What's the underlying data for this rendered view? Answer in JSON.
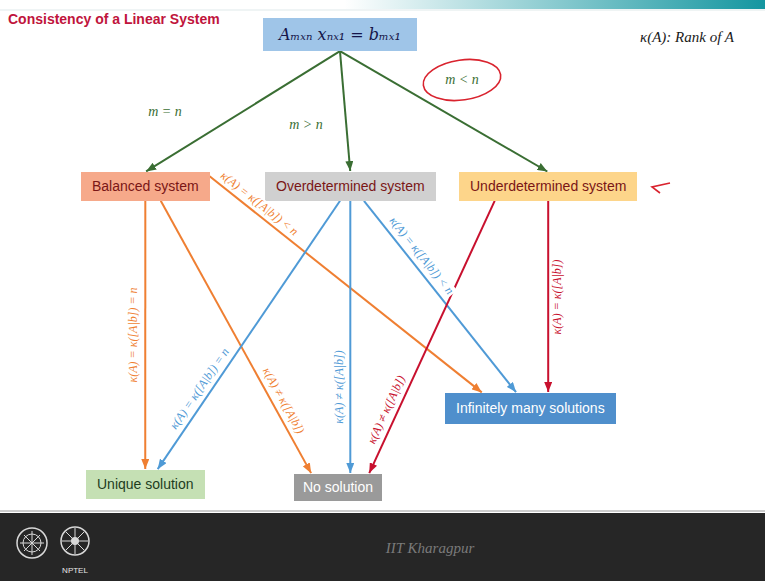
{
  "diagram": {
    "title": "Consistency of a Linear System",
    "nodes": [
      {
        "text": [
          "Aₘₓₙ xₙₓ₁ = bₘₓ₁"
        ]
      },
      {
        "text": [
          "Balanced system"
        ]
      },
      {
        "text": [
          "Overdetermined system"
        ]
      },
      {
        "text": [
          "Underdetermined system"
        ]
      },
      {
        "text": [
          "Unique solution"
        ]
      },
      {
        "text": [
          "No solution"
        ]
      },
      {
        "text": [
          "Infinitely many solutions"
        ]
      }
    ],
    "edges": [
      {
        "from": 0,
        "to": 1,
        "label": "m = n",
        "arrow": "to"
      },
      {
        "from": 0,
        "to": 2,
        "label": "m > n",
        "arrow": "to"
      },
      {
        "from": 0,
        "to": 3,
        "label": "m < n",
        "arrow": "to"
      },
      {
        "from": 1,
        "to": 4,
        "label": "κ(A) = κ([A|b]) = n",
        "arrow": "to"
      },
      {
        "from": 1,
        "to": 5,
        "label": "κ(A) ≠ κ([A|b])",
        "arrow": "to"
      },
      {
        "from": 1,
        "to": 6,
        "label": "κ(A) = κ([A|b]) < n",
        "arrow": "to"
      },
      {
        "from": 2,
        "to": 4,
        "label": "κ(A) = κ([A|b]) = n",
        "arrow": "to"
      },
      {
        "from": 2,
        "to": 5,
        "label": "κ(A) ≠ κ([A|b])",
        "arrow": "to"
      },
      {
        "from": 2,
        "to": 6,
        "label": "κ(A) = κ([A|b]) < n",
        "arrow": "to"
      },
      {
        "from": 3,
        "to": 5,
        "label": "κ(A) ≠ κ([A|b])",
        "arrow": "to"
      },
      {
        "from": 3,
        "to": 6,
        "label": "κ(A) = κ([A|b])",
        "arrow": "to"
      }
    ],
    "labels": [
      "κ(A): Rank of A",
      "NPTEL",
      "IIT Kharagpur"
    ]
  }
}
